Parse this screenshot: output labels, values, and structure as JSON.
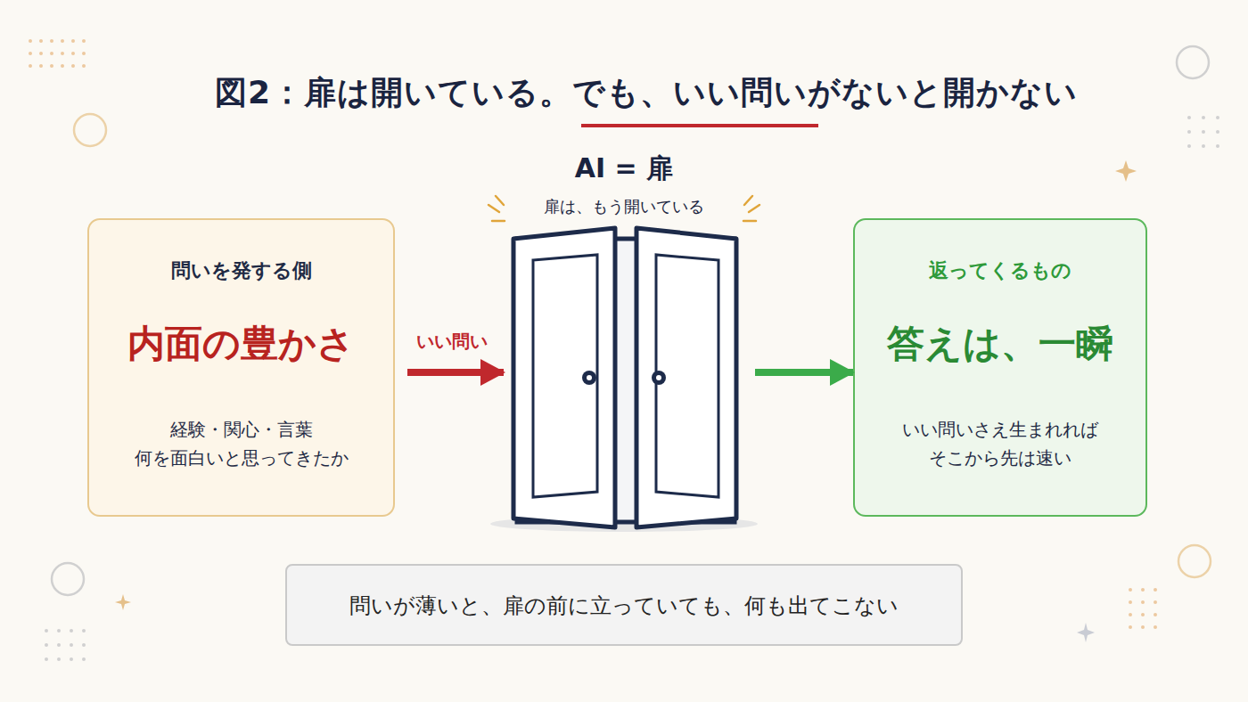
{
  "diagram": {
    "title": "図2：扉は開いている。でも、いい問いがないと開かない",
    "nodes": [
      {
        "text": [
          "問いを発する側",
          "内面の豊かさ",
          "経験・関心・言葉 何を面白いと思ってきたか"
        ]
      },
      {
        "text": [
          "AI = 扉",
          "扉は、もう開いている"
        ]
      },
      {
        "text": [
          "返ってくるもの",
          "答えは、一瞬",
          "いい問いさえ生まれれば そこから先は速い"
        ]
      },
      {
        "text": [
          "問いが薄いと、扉の前に立っていても、何も出てこない"
        ]
      }
    ],
    "edges": [
      {
        "from": 0,
        "to": 1,
        "arrow": "to",
        "label": "いい問い"
      },
      {
        "from": 1,
        "to": 2,
        "arrow": "to"
      }
    ]
  }
}
